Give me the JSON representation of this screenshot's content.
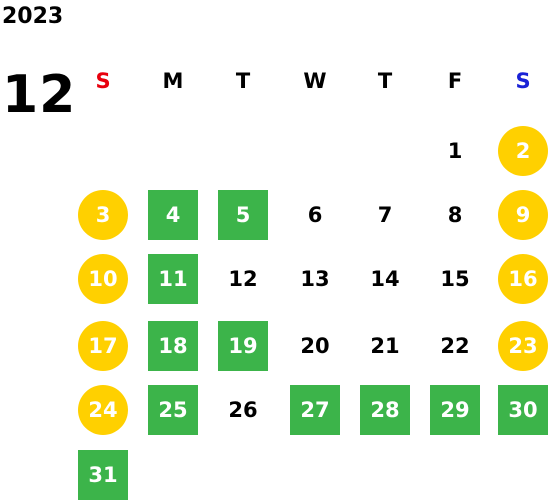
{
  "year": "2023",
  "month": "12",
  "colors": {
    "sunday_header": "#e8000e",
    "saturday_header": "#1a22d6",
    "weekend_fill": "#ffd000",
    "closed_fill": "#3cb44a",
    "highlight_text": "#ffffff"
  },
  "weekdays": [
    {
      "label": "S",
      "color": "#e8000e"
    },
    {
      "label": "M",
      "color": "#000000"
    },
    {
      "label": "T",
      "color": "#000000"
    },
    {
      "label": "W",
      "color": "#000000"
    },
    {
      "label": "T",
      "color": "#000000"
    },
    {
      "label": "F",
      "color": "#000000"
    },
    {
      "label": "S",
      "color": "#1a22d6"
    }
  ],
  "weeks": [
    [
      null,
      null,
      null,
      null,
      null,
      {
        "day": "1",
        "type": "weekday"
      },
      {
        "day": "2",
        "type": "weekend"
      }
    ],
    [
      {
        "day": "3",
        "type": "weekend"
      },
      {
        "day": "4",
        "type": "holiday"
      },
      {
        "day": "5",
        "type": "holiday"
      },
      {
        "day": "6",
        "type": "weekday"
      },
      {
        "day": "7",
        "type": "weekday"
      },
      {
        "day": "8",
        "type": "weekday"
      },
      {
        "day": "9",
        "type": "weekend"
      }
    ],
    [
      {
        "day": "10",
        "type": "weekend"
      },
      {
        "day": "11",
        "type": "holiday"
      },
      {
        "day": "12",
        "type": "weekday"
      },
      {
        "day": "13",
        "type": "weekday"
      },
      {
        "day": "14",
        "type": "weekday"
      },
      {
        "day": "15",
        "type": "weekday"
      },
      {
        "day": "16",
        "type": "weekend"
      }
    ],
    [
      {
        "day": "17",
        "type": "weekend"
      },
      {
        "day": "18",
        "type": "holiday"
      },
      {
        "day": "19",
        "type": "holiday"
      },
      {
        "day": "20",
        "type": "weekday"
      },
      {
        "day": "21",
        "type": "weekday"
      },
      {
        "day": "22",
        "type": "weekday"
      },
      {
        "day": "23",
        "type": "weekend"
      }
    ],
    [
      {
        "day": "24",
        "type": "weekend"
      },
      {
        "day": "25",
        "type": "holiday"
      },
      {
        "day": "26",
        "type": "weekday"
      },
      {
        "day": "27",
        "type": "holiday"
      },
      {
        "day": "28",
        "type": "holiday"
      },
      {
        "day": "29",
        "type": "holiday"
      },
      {
        "day": "30",
        "type": "holiday"
      }
    ],
    [
      {
        "day": "31",
        "type": "holiday"
      },
      null,
      null,
      null,
      null,
      null,
      null
    ]
  ]
}
